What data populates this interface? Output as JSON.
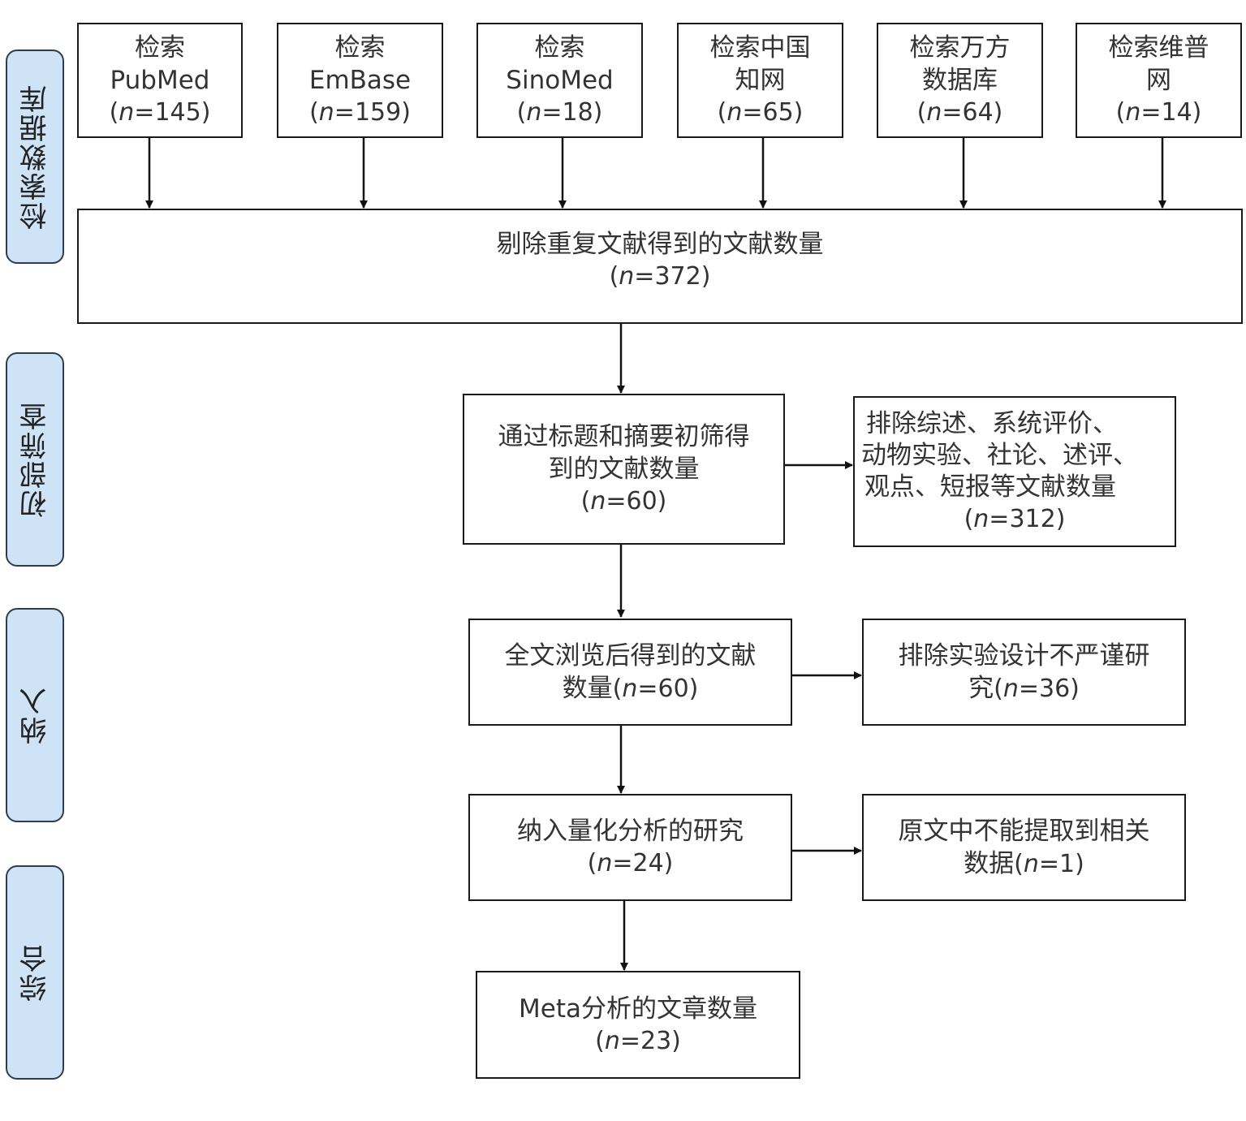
{
  "stages": [
    "检索数据库",
    "初部筛查",
    "纳入",
    "综合"
  ],
  "sources": [
    {
      "label": [
        "检索",
        "PubMed"
      ],
      "n": "145"
    },
    {
      "label": [
        "检索",
        "EmBase"
      ],
      "n": "159"
    },
    {
      "label": [
        "检索",
        "SinoMed"
      ],
      "n": "18"
    },
    {
      "label": [
        "检索中国",
        "知网"
      ],
      "n": "65"
    },
    {
      "label": [
        "检索万方",
        "数据库"
      ],
      "n": "64"
    },
    {
      "label": [
        "检索维普",
        "网"
      ],
      "n": "14"
    }
  ],
  "dedup": {
    "label": "剔除重复文献得到的文献数量",
    "n": "372"
  },
  "screen": {
    "label": [
      "通过标题和摘要初筛得",
      "到的文献数量"
    ],
    "n": "60"
  },
  "screen_excl": {
    "label": [
      "排除综述、系统评价、",
      "动物实验、社论、述评、",
      "观点、短报等文献数量"
    ],
    "n": "312"
  },
  "fulltext": {
    "label": [
      "全文浏览后得到的文献",
      "数量"
    ],
    "n": "60"
  },
  "fulltext_excl": {
    "label": [
      "排除实验设计不严谨研",
      "究"
    ],
    "n": "36"
  },
  "quant": {
    "label": "纳入量化分析的研究",
    "n": "24"
  },
  "quant_excl": {
    "label": [
      "原文中不能提取到相关",
      "数据"
    ],
    "n": "1"
  },
  "meta": {
    "label": "Meta分析的文章数量",
    "n": "23"
  }
}
